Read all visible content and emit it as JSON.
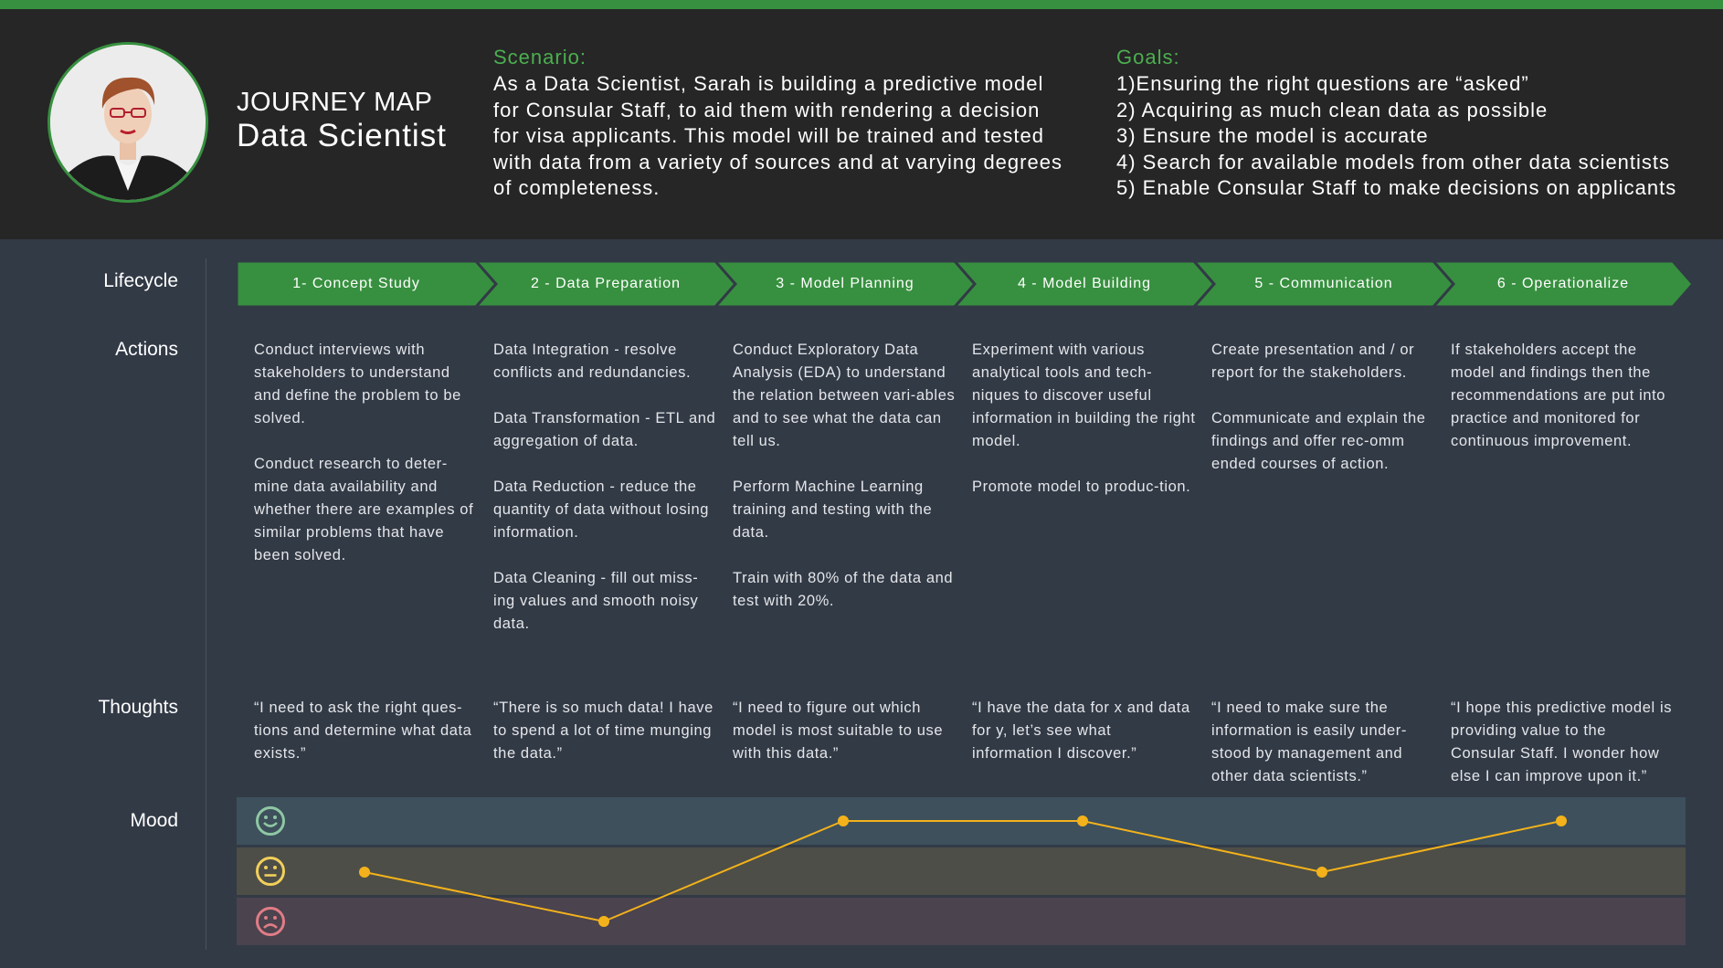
{
  "header": {
    "title_line1": "JOURNEY MAP",
    "title_line2": "Data Scientist",
    "scenario_heading": "Scenario:",
    "scenario_lines": [
      "As a Data Scientist, Sarah is building  a predictive model",
      "for Consular Staff, to aid them  with rendering a decision",
      "for visa applicants.  This model will be trained and tested",
      "with data from  a variety of sources and at varying degrees",
      "of completeness."
    ],
    "goals_heading": "Goals:",
    "goals_lines": [
      "1)Ensuring the right questions are “asked”",
      "2) Acquiring as much  clean data as possible",
      "3) Ensure the model is accurate",
      "4) Search for available models from  other data scientists",
      "5) Enable Consular Staff to make decisions on applicants"
    ]
  },
  "row_labels": {
    "lifecycle": "Lifecycle",
    "actions": "Actions",
    "thoughts": "Thoughts",
    "mood": "Mood"
  },
  "stages": [
    {
      "label": "1- Concept Study",
      "actions": [
        "Conduct interviews with stakeholders to understand and define the problem to be solved.",
        "Conduct research to deter-mine data availability and whether there are examples of similar problems that have been solved."
      ],
      "thought": "“I need to ask the right ques-tions and determine what data exists.”",
      "mood": "neutral"
    },
    {
      "label": "2 - Data Preparation",
      "actions": [
        "Data Integration - resolve conflicts and redundancies.",
        "Data Transformation - ETL and aggregation of data.",
        "Data Reduction - reduce the quantity of data without losing information.",
        "Data Cleaning - fill out miss-ing values and smooth noisy data."
      ],
      "thought": "“There is so much  data!  I have to spend a lot of time munging  the data.”",
      "mood": "sad"
    },
    {
      "label": "3 - Model Planning",
      "actions": [
        "Conduct Exploratory Data Analysis (EDA) to understand the relation between vari-ables and to see what the data can tell us.",
        "Perform Machine Learning training and testing with the data.",
        "Train with 80% of the data and test with 20%."
      ],
      "thought": "“I need to figure out which model is most suitable to use with this data.”",
      "mood": "happy"
    },
    {
      "label": "4 - Model Building",
      "actions": [
        "Experiment with various analytical tools and tech-niques to discover useful information in building the right model.",
        "Promote model to produc-tion."
      ],
      "thought": "“I have the data for x and data for y, let’s see what information  I discover.”",
      "mood": "happy"
    },
    {
      "label": "5 - Communication",
      "actions": [
        "Create presentation  and / or report for the stakeholders.",
        "Communicate  and explain the findings and offer rec-omm ended courses of action."
      ],
      "thought": "“I need to make sure the information  is easily under-stood by management  and other data scientists.”",
      "mood": "neutral"
    },
    {
      "label": "6 - Operationalize",
      "actions": [
        "If stakeholders accept the model and findings  then the recommendations are put into practice and monitored for continuous improvement."
      ],
      "thought": "“I hope this predictive model is providing value to the Consular Staff.  I wonder  how else I can improve upon it.”",
      "mood": "happy"
    }
  ],
  "mood_levels": [
    "happy",
    "neutral",
    "sad"
  ],
  "colors": {
    "accent_green": "#37903f",
    "heading_green": "#4caf50",
    "mood_line": "#f3b21b",
    "happy_face": "#8fc7a3",
    "neutral_face": "#f2cf5a",
    "sad_face": "#e07c86"
  },
  "icons": {
    "happy": "smiley-happy-icon",
    "neutral": "smiley-neutral-icon",
    "sad": "smiley-sad-icon"
  }
}
